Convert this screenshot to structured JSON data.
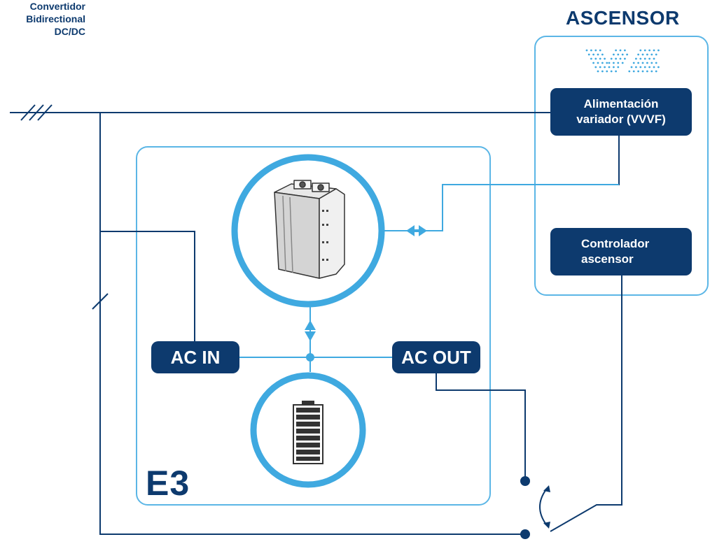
{
  "ascensor": {
    "title": "ASCENSOR",
    "alimentacion_line1": "Alimentación",
    "alimentacion_line2": "variador (VVVF)",
    "controlador_line1": "Controlador",
    "controlador_line2": "ascensor"
  },
  "e3": {
    "label": "E3",
    "convertidor_line1": "Convertidor",
    "convertidor_line2": "Bidirectional",
    "convertidor_line3": "DC/DC",
    "ac_in": "AC IN",
    "ac_out": "AC OUT"
  },
  "colors": {
    "navy": "#0d3a6e",
    "light_blue": "#3fa9e0",
    "frame": "#5bb6e6"
  },
  "icons": [
    "three-phase-mark-icon",
    "single-phase-mark-icon",
    "converter-module-icon",
    "battery-icon",
    "elevator-brand-logo-icon",
    "bidirectional-arrow-icon",
    "transfer-switch-icon"
  ]
}
